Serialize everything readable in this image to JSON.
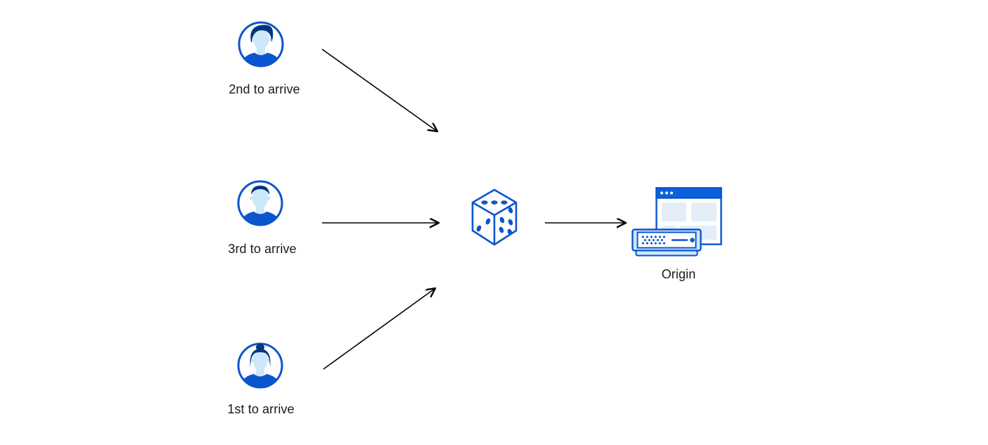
{
  "colors": {
    "primary_blue": "#0b55cf",
    "dark_blue": "#003682",
    "light_blue": "#cde8f9",
    "pale_blue": "#e3eef9",
    "header_blue": "#0b62d9",
    "arrow_black": "#000000",
    "text": "#1a1a1a",
    "background": "#ffffff"
  },
  "diagram": {
    "users": [
      {
        "id": "user-top",
        "label": "2nd to arrive",
        "icon": "male-avatar-swept-hair-icon"
      },
      {
        "id": "user-middle",
        "label": "3rd to arrive",
        "icon": "male-avatar-short-hair-icon"
      },
      {
        "id": "user-bottom",
        "label": "1st to arrive",
        "icon": "female-avatar-bun-icon"
      }
    ],
    "randomizer": {
      "id": "dice",
      "icon": "dice-icon"
    },
    "origin": {
      "id": "origin",
      "label": "Origin",
      "icon": "origin-server-icon"
    },
    "connections": [
      {
        "from": "user-top",
        "to": "dice"
      },
      {
        "from": "user-middle",
        "to": "dice"
      },
      {
        "from": "user-bottom",
        "to": "dice"
      },
      {
        "from": "dice",
        "to": "origin"
      }
    ]
  }
}
